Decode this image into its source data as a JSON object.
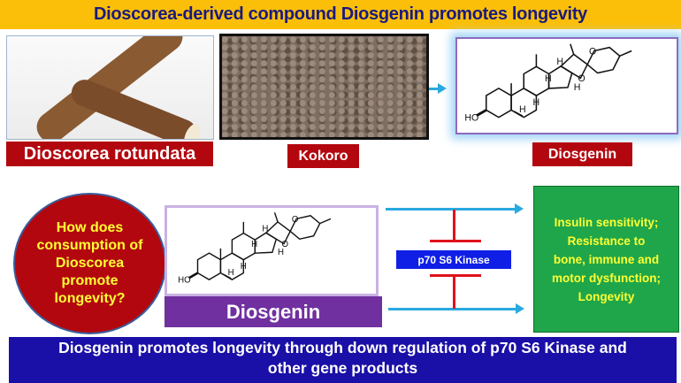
{
  "title": "Dioscorea-derived compound Diosgenin promotes longevity",
  "panels": {
    "plant_label": "Dioscorea rotundata",
    "kokoro_label": "Kokoro",
    "compound_label": "Diosgenin"
  },
  "structure_atoms": {
    "ho": "HO",
    "h": "H",
    "o": "O"
  },
  "question": "How does consumption of Dioscorea promote longevity?",
  "compound_box_label": "Diosgenin",
  "target_label": "p70 S6 Kinase",
  "outcomes": [
    "Insulin sensitivity;",
    "Resistance to",
    "bone, immune and",
    "motor dysfunction;",
    "Longevity"
  ],
  "conclusion": "Diosgenin promotes longevity through down regulation of p70 S6 Kinase and other gene products",
  "colors": {
    "banner": "#fbbf0a",
    "label_red": "#b3070f",
    "purple": "#7030a0",
    "green": "#1fa64a",
    "navy": "#1a0fa6",
    "arrow": "#29a9e0",
    "inhibit": "#e0121b"
  }
}
